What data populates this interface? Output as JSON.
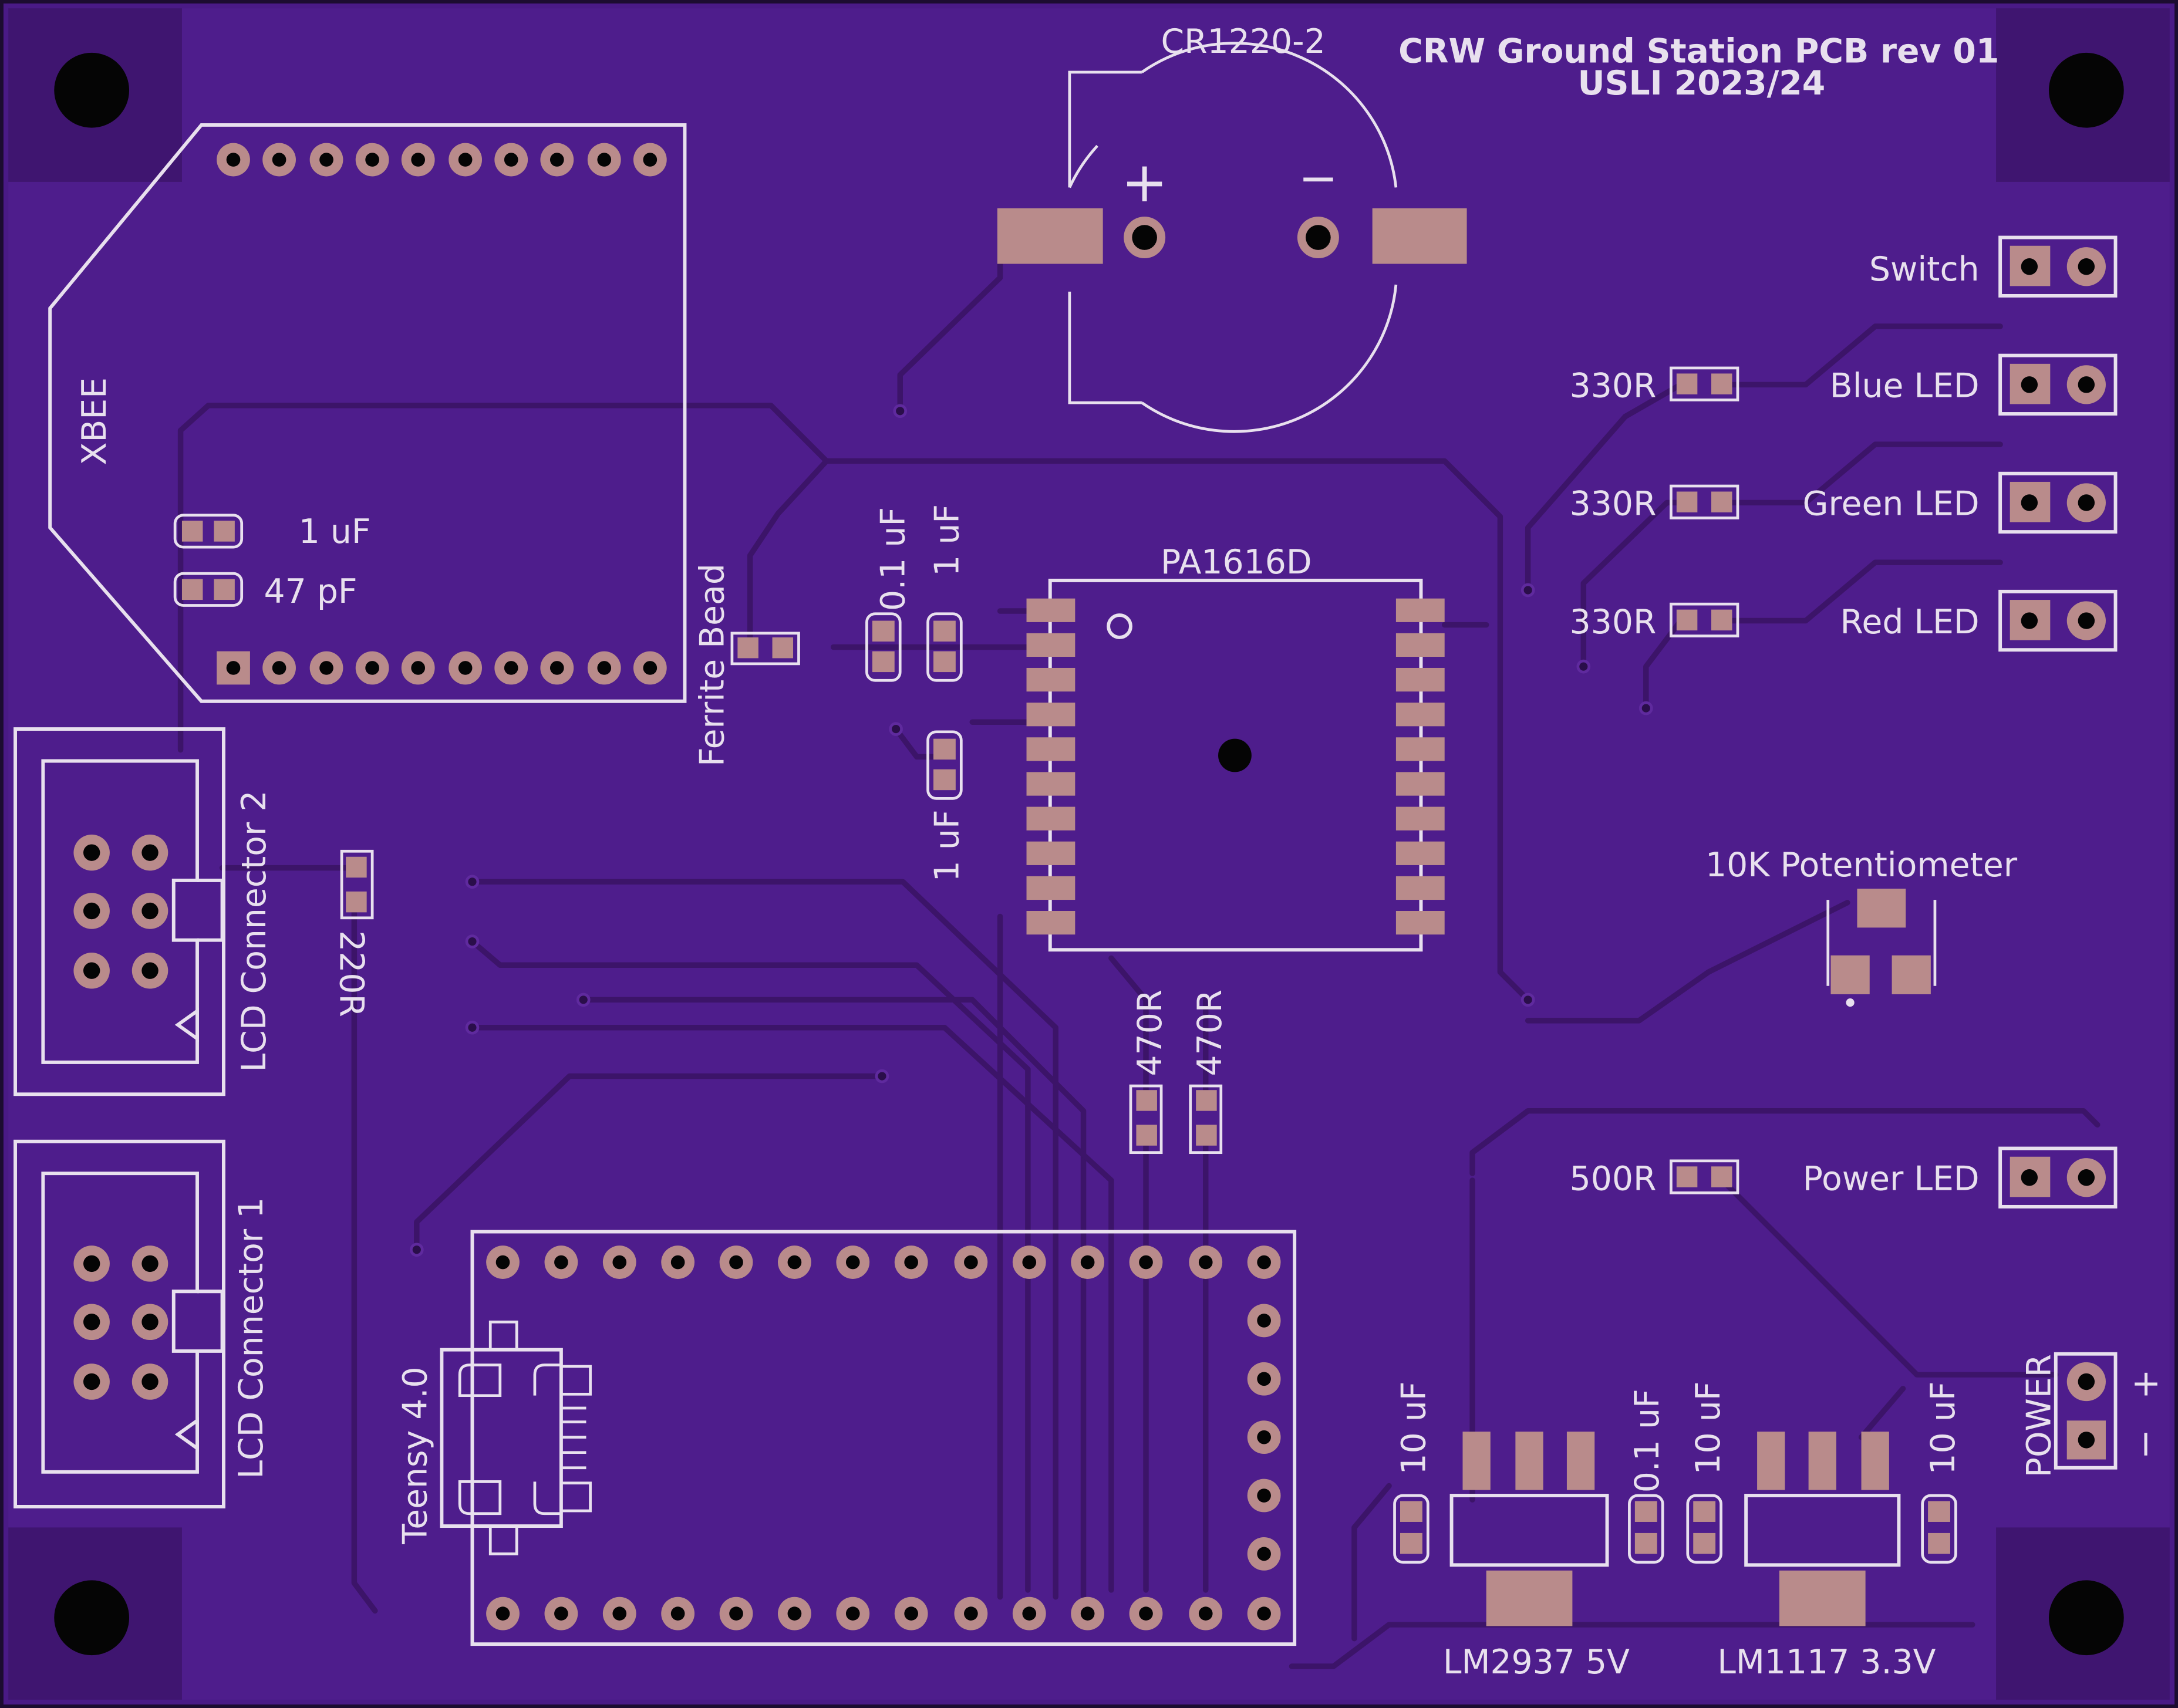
{
  "board": {
    "title_line1": "CRW Ground Station PCB rev 01",
    "title_line2": "USLI 2023/24",
    "colors": {
      "substrate": "#4a1a86",
      "copper_fill": "#4e1d8c",
      "trace": "#40166f",
      "pad": "#b98b8b",
      "silkscreen": "#e8e0ee",
      "drill": "#050505"
    }
  },
  "labels": {
    "battery": "CR1220-2",
    "battery_plus": "+",
    "battery_minus": "−",
    "xbee": "XBEE",
    "cap_1uf_a": "1 uF",
    "cap_47pf": "47 pF",
    "ferrite": "Ferrite Bead",
    "cap_01uf_top": "0.1 uF",
    "cap_1uf_top": "1 uF",
    "cap_1uf_mid": "1 uF",
    "gps": "PA1616D",
    "lcd2": "LCD Connector 2",
    "lcd1": "LCD Connector 1",
    "r220": "220R",
    "r470a": "470R",
    "r470b": "470R",
    "teensy": "Teensy 4.0",
    "switch": "Switch",
    "r330a": "330R",
    "blue_led": "Blue LED",
    "r330b": "330R",
    "green_led": "Green LED",
    "r330c": "330R",
    "red_led": "Red LED",
    "pot": "10K Potentiometer",
    "r500": "500R",
    "power_led": "Power LED",
    "power": "POWER",
    "power_plus": "+",
    "power_minus": "−",
    "cap_10uf_a": "10 uF",
    "cap_01uf_b": "0.1 uF",
    "cap_10uf_b": "10 uF",
    "cap_10uf_c": "10 uF",
    "reg5": "LM2937  5V",
    "reg33": "LM1117  3.3V"
  }
}
